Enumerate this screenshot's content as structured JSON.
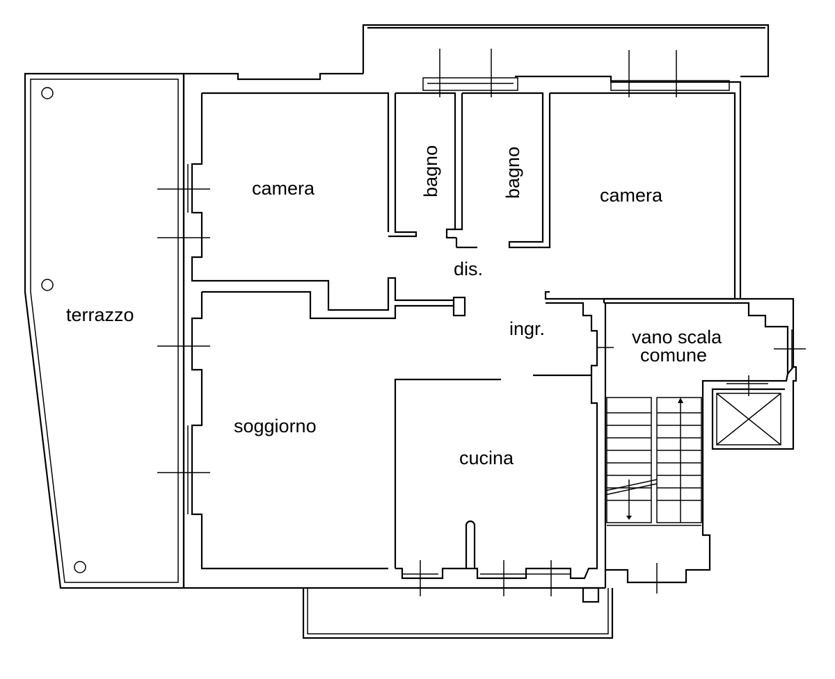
{
  "rooms": {
    "terrazzo": "terrazzo",
    "camera_left": "camera",
    "bagno_1": "bagno",
    "bagno_2": "bagno",
    "camera_right": "camera",
    "dis": "dis.",
    "ingr": "ingr.",
    "vano_scala_line1": "vano scala",
    "vano_scala_line2": "comune",
    "soggiorno": "soggiorno",
    "cucina": "cucina"
  },
  "colors": {
    "line": "#000000",
    "background": "#ffffff"
  }
}
